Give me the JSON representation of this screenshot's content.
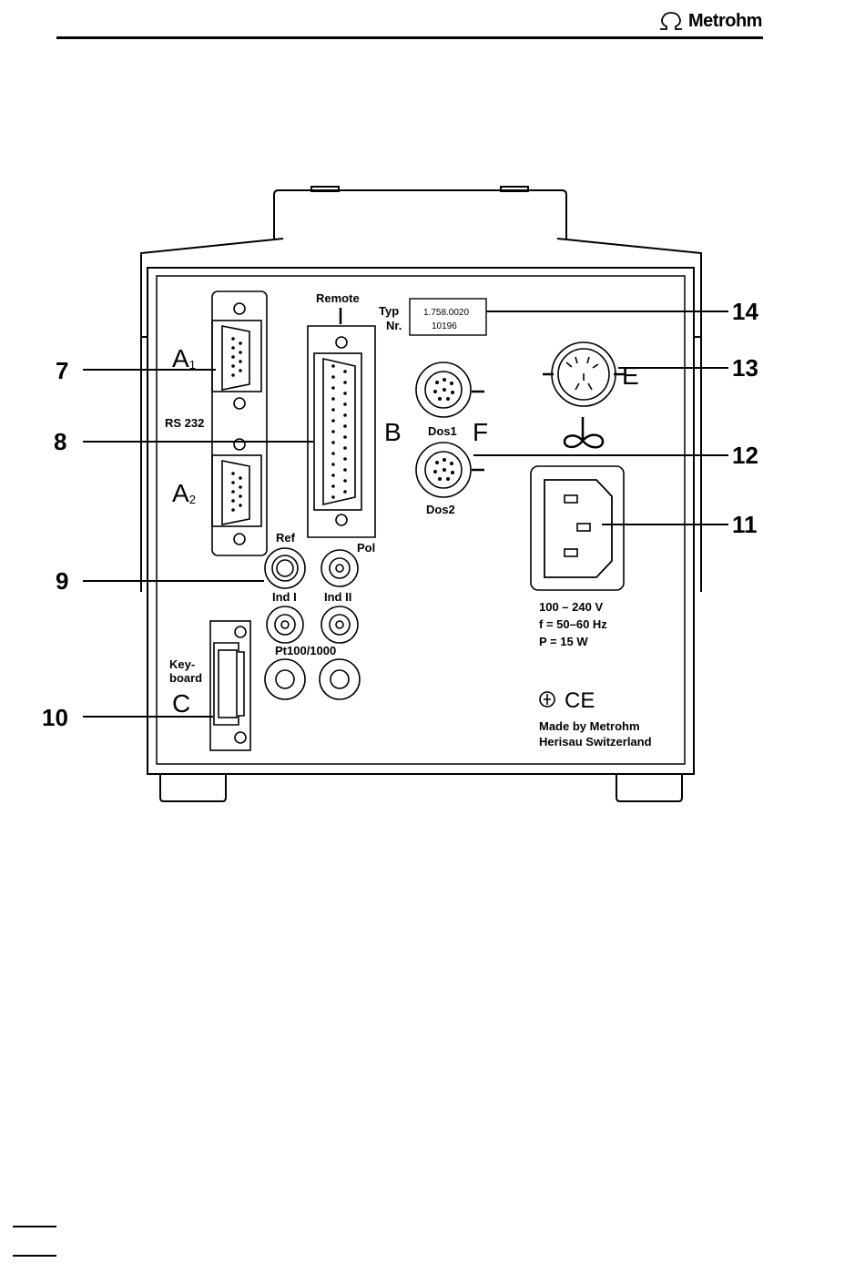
{
  "header": {
    "brand": "Metrohm"
  },
  "callouts": [
    "7",
    "8",
    "9",
    "10",
    "11",
    "12",
    "13",
    "14"
  ],
  "device": {
    "remote": "Remote",
    "typ": "Typ",
    "nr": "Nr.",
    "type_number": "1.758.0020",
    "serial_number": "10196",
    "rs232": "RS 232",
    "a1_letter": "A",
    "a1_sub": "1",
    "a2_letter": "A",
    "a2_sub": "2",
    "b_letter": "B",
    "c_letter": "C",
    "e_letter": "E",
    "f_letter": "F",
    "dos1": "Dos1",
    "dos2": "Dos2",
    "ref": "Ref",
    "pol": "Pol",
    "ind1": "Ind I",
    "ind2": "Ind II",
    "pt": "Pt100/1000",
    "keyboard_line1": "Key-",
    "keyboard_line2": "board",
    "voltage": "100 – 240  V",
    "frequency": "f = 50–60 Hz",
    "power": "P =  15 W",
    "ce": "CE",
    "made_by": "Made by Metrohm",
    "origin": "Herisau Switzerland"
  }
}
